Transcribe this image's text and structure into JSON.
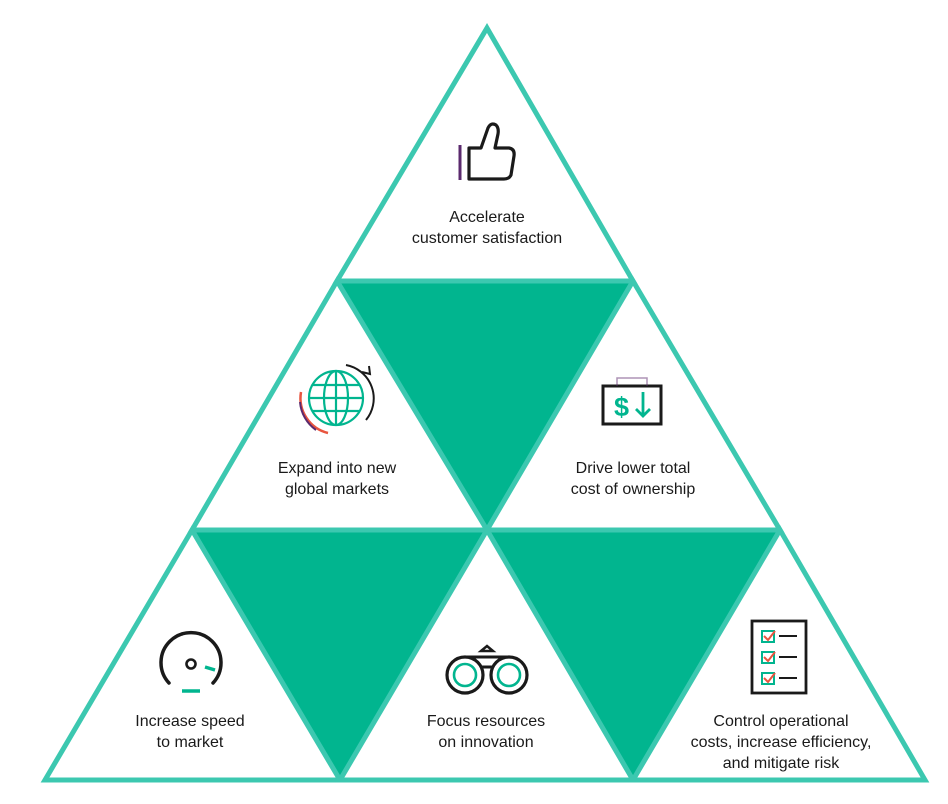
{
  "colors": {
    "accent": "#01b58f",
    "outline": "#3cc8b0",
    "background": "#ffffff",
    "icon_stroke": "#1a1a1a",
    "icon_accent_purple": "#5b2a6e",
    "icon_accent_red": "#e8553f"
  },
  "pyramid": {
    "top": {
      "icon": "thumbs-up-icon",
      "lines": [
        "Accelerate",
        "customer satisfaction"
      ]
    },
    "middle_left": {
      "icon": "globe-icon",
      "lines": [
        "Expand into new",
        "global markets"
      ]
    },
    "middle_right": {
      "icon": "dollar-down-icon",
      "lines": [
        "Drive lower total",
        "cost of ownership"
      ]
    },
    "bottom_left": {
      "icon": "speedometer-icon",
      "lines": [
        "Increase speed",
        "to market"
      ]
    },
    "bottom_center": {
      "icon": "binoculars-icon",
      "lines": [
        "Focus resources",
        "on innovation"
      ]
    },
    "bottom_right": {
      "icon": "checklist-icon",
      "lines": [
        "Control operational",
        "costs, increase efficiency,",
        "and mitigate risk"
      ]
    }
  }
}
